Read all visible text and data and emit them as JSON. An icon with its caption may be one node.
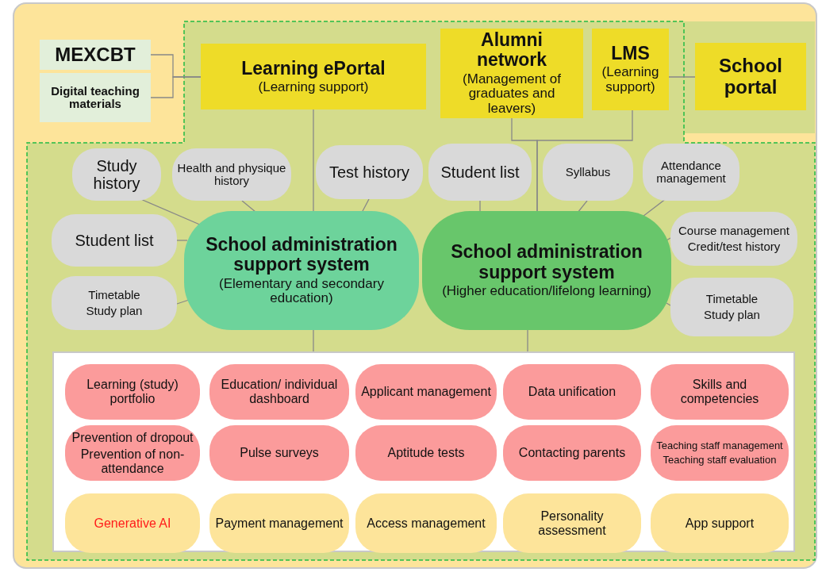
{
  "diagram": {
    "nodes": [
      {
        "text": [
          "MEXCBT"
        ]
      },
      {
        "text": [
          "Digital teaching materials"
        ]
      },
      {
        "text": [
          "Learning ePortal",
          "(Learning support)"
        ]
      },
      {
        "text": [
          "Alumni network",
          "(Management of graduates and leavers)"
        ]
      },
      {
        "text": [
          "LMS",
          "(Learning support)"
        ]
      },
      {
        "text": [
          "School portal"
        ]
      },
      {
        "text": [
          "Study history"
        ]
      },
      {
        "text": [
          "Health and physique history"
        ]
      },
      {
        "text": [
          "Test history"
        ]
      },
      {
        "text": [
          "Student list"
        ]
      },
      {
        "text": [
          "Syllabus"
        ]
      },
      {
        "text": [
          "Attendance management"
        ]
      },
      {
        "text": [
          "Student list"
        ]
      },
      {
        "text": [
          "School administration support system",
          "(Elementary and secondary education)"
        ]
      },
      {
        "text": [
          "School administration support system",
          "(Higher education/lifelong learning)"
        ]
      },
      {
        "text": [
          "Course management",
          "Credit/test history"
        ]
      },
      {
        "text": [
          "Timetable",
          "Study plan"
        ]
      },
      {
        "text": [
          "Timetable",
          "Study plan"
        ]
      },
      {
        "text": [],
        "shape": "box"
      },
      {
        "text": [
          "Learning (study) portfolio"
        ],
        "in": 18
      },
      {
        "text": [
          "Education/ individual dashboard"
        ],
        "in": 18
      },
      {
        "text": [
          "Applicant management"
        ],
        "in": 18
      },
      {
        "text": [
          "Data unification"
        ],
        "in": 18
      },
      {
        "text": [
          "Skills and competencies"
        ],
        "in": 18
      },
      {
        "text": [
          "Prevention of dropout",
          "Prevention of non-attendance"
        ],
        "in": 18
      },
      {
        "text": [
          "Pulse surveys"
        ],
        "in": 18
      },
      {
        "text": [
          "Aptitude tests"
        ],
        "in": 18
      },
      {
        "text": [
          "Contacting parents"
        ],
        "in": 18
      },
      {
        "text": [
          "Teaching staff management",
          "Teaching staff evaluation"
        ],
        "in": 18
      },
      {
        "text": [
          "Generative AI"
        ],
        "in": 18
      },
      {
        "text": [
          "Payment management"
        ],
        "in": 18
      },
      {
        "text": [
          "Access management"
        ],
        "in": 18
      },
      {
        "text": [
          "Personality assessment"
        ],
        "in": 18
      },
      {
        "text": [
          "App support"
        ],
        "in": 18
      }
    ],
    "edges": [
      {
        "from": 0,
        "to": 2,
        "arrow": "none"
      },
      {
        "from": 1,
        "to": 2,
        "arrow": "none"
      },
      {
        "from": 2,
        "to": 13,
        "arrow": "none"
      },
      {
        "from": 3,
        "to": 14,
        "arrow": "none"
      },
      {
        "from": 4,
        "to": 14,
        "arrow": "none"
      },
      {
        "from": 4,
        "to": 5,
        "arrow": "none"
      },
      {
        "from": 6,
        "to": 13,
        "arrow": "none"
      },
      {
        "from": 7,
        "to": 13,
        "arrow": "none"
      },
      {
        "from": 8,
        "to": 13,
        "arrow": "none"
      },
      {
        "from": 12,
        "to": 13,
        "arrow": "none"
      },
      {
        "from": 16,
        "to": 13,
        "arrow": "none"
      },
      {
        "from": 9,
        "to": 14,
        "arrow": "none"
      },
      {
        "from": 10,
        "to": 14,
        "arrow": "none"
      },
      {
        "from": 11,
        "to": 14,
        "arrow": "none"
      },
      {
        "from": 15,
        "to": 14,
        "arrow": "none"
      },
      {
        "from": 17,
        "to": 14,
        "arrow": "none"
      },
      {
        "from": 13,
        "to": 18,
        "arrow": "none"
      },
      {
        "from": 14,
        "to": 18,
        "arrow": "none"
      }
    ]
  }
}
